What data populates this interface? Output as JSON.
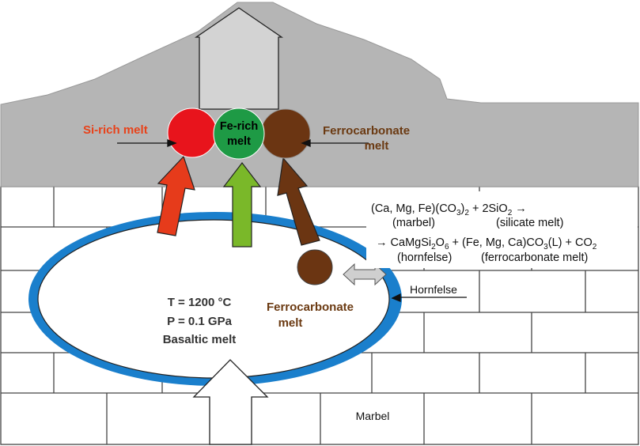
{
  "labels": {
    "si_rich": "Si-rich melt",
    "fe_rich_line1": "Fe-rich",
    "fe_rich_line2": "melt",
    "ferrocarb_top_line1": "Ferrocarbonate",
    "ferrocarb_top_line2": "melt",
    "ferrocarb_mid_line1": "Ferrocarbonate",
    "ferrocarb_mid_line2": "melt",
    "hornfelse": "Hornfelse",
    "marbel": "Marbel",
    "temperature": "T = 1200 °C",
    "pressure": "P = 0.1 GPa",
    "basaltic": "Basaltic melt"
  },
  "reaction": {
    "line1_pre": "(Ca, Mg, Fe)(CO",
    "line1_sub": "3",
    "line1_mid": ")",
    "line1_sub2": "2",
    "line1_post1": " + 2SiO",
    "line1_sub3": "2",
    "line1_post2": " →",
    "line2_left": "(marbel)",
    "line2_right": "(silicate melt)",
    "line3_pre": "→ CaMgSi",
    "line3_sub1": "2",
    "line3_o": "O",
    "line3_sub2": "6",
    "line3_mid": " + (Fe, Mg, Ca)CO",
    "line3_sub3": "3",
    "line3_post": "(L) + CO",
    "line3_sub4": "2",
    "line4_left": "(hornfelse)",
    "line4_right": "(ferrocarbonate melt)"
  },
  "colors": {
    "volcano": "#b5b5b5",
    "si_rich_melt": "#e8141c",
    "fe_rich_melt": "#1e9a45",
    "ferrocarbonate_melt": "#6b3512",
    "si_rich_arrow": "#e63b1b",
    "fe_rich_arrow": "#7ab829",
    "ferrocarbonate_arrow": "#6b3512",
    "hornfelse_rim": "#1a7fcc",
    "brick_line": "#444444",
    "si_label": "#e8421a",
    "ferrocarb_label": "#6b3a12"
  }
}
